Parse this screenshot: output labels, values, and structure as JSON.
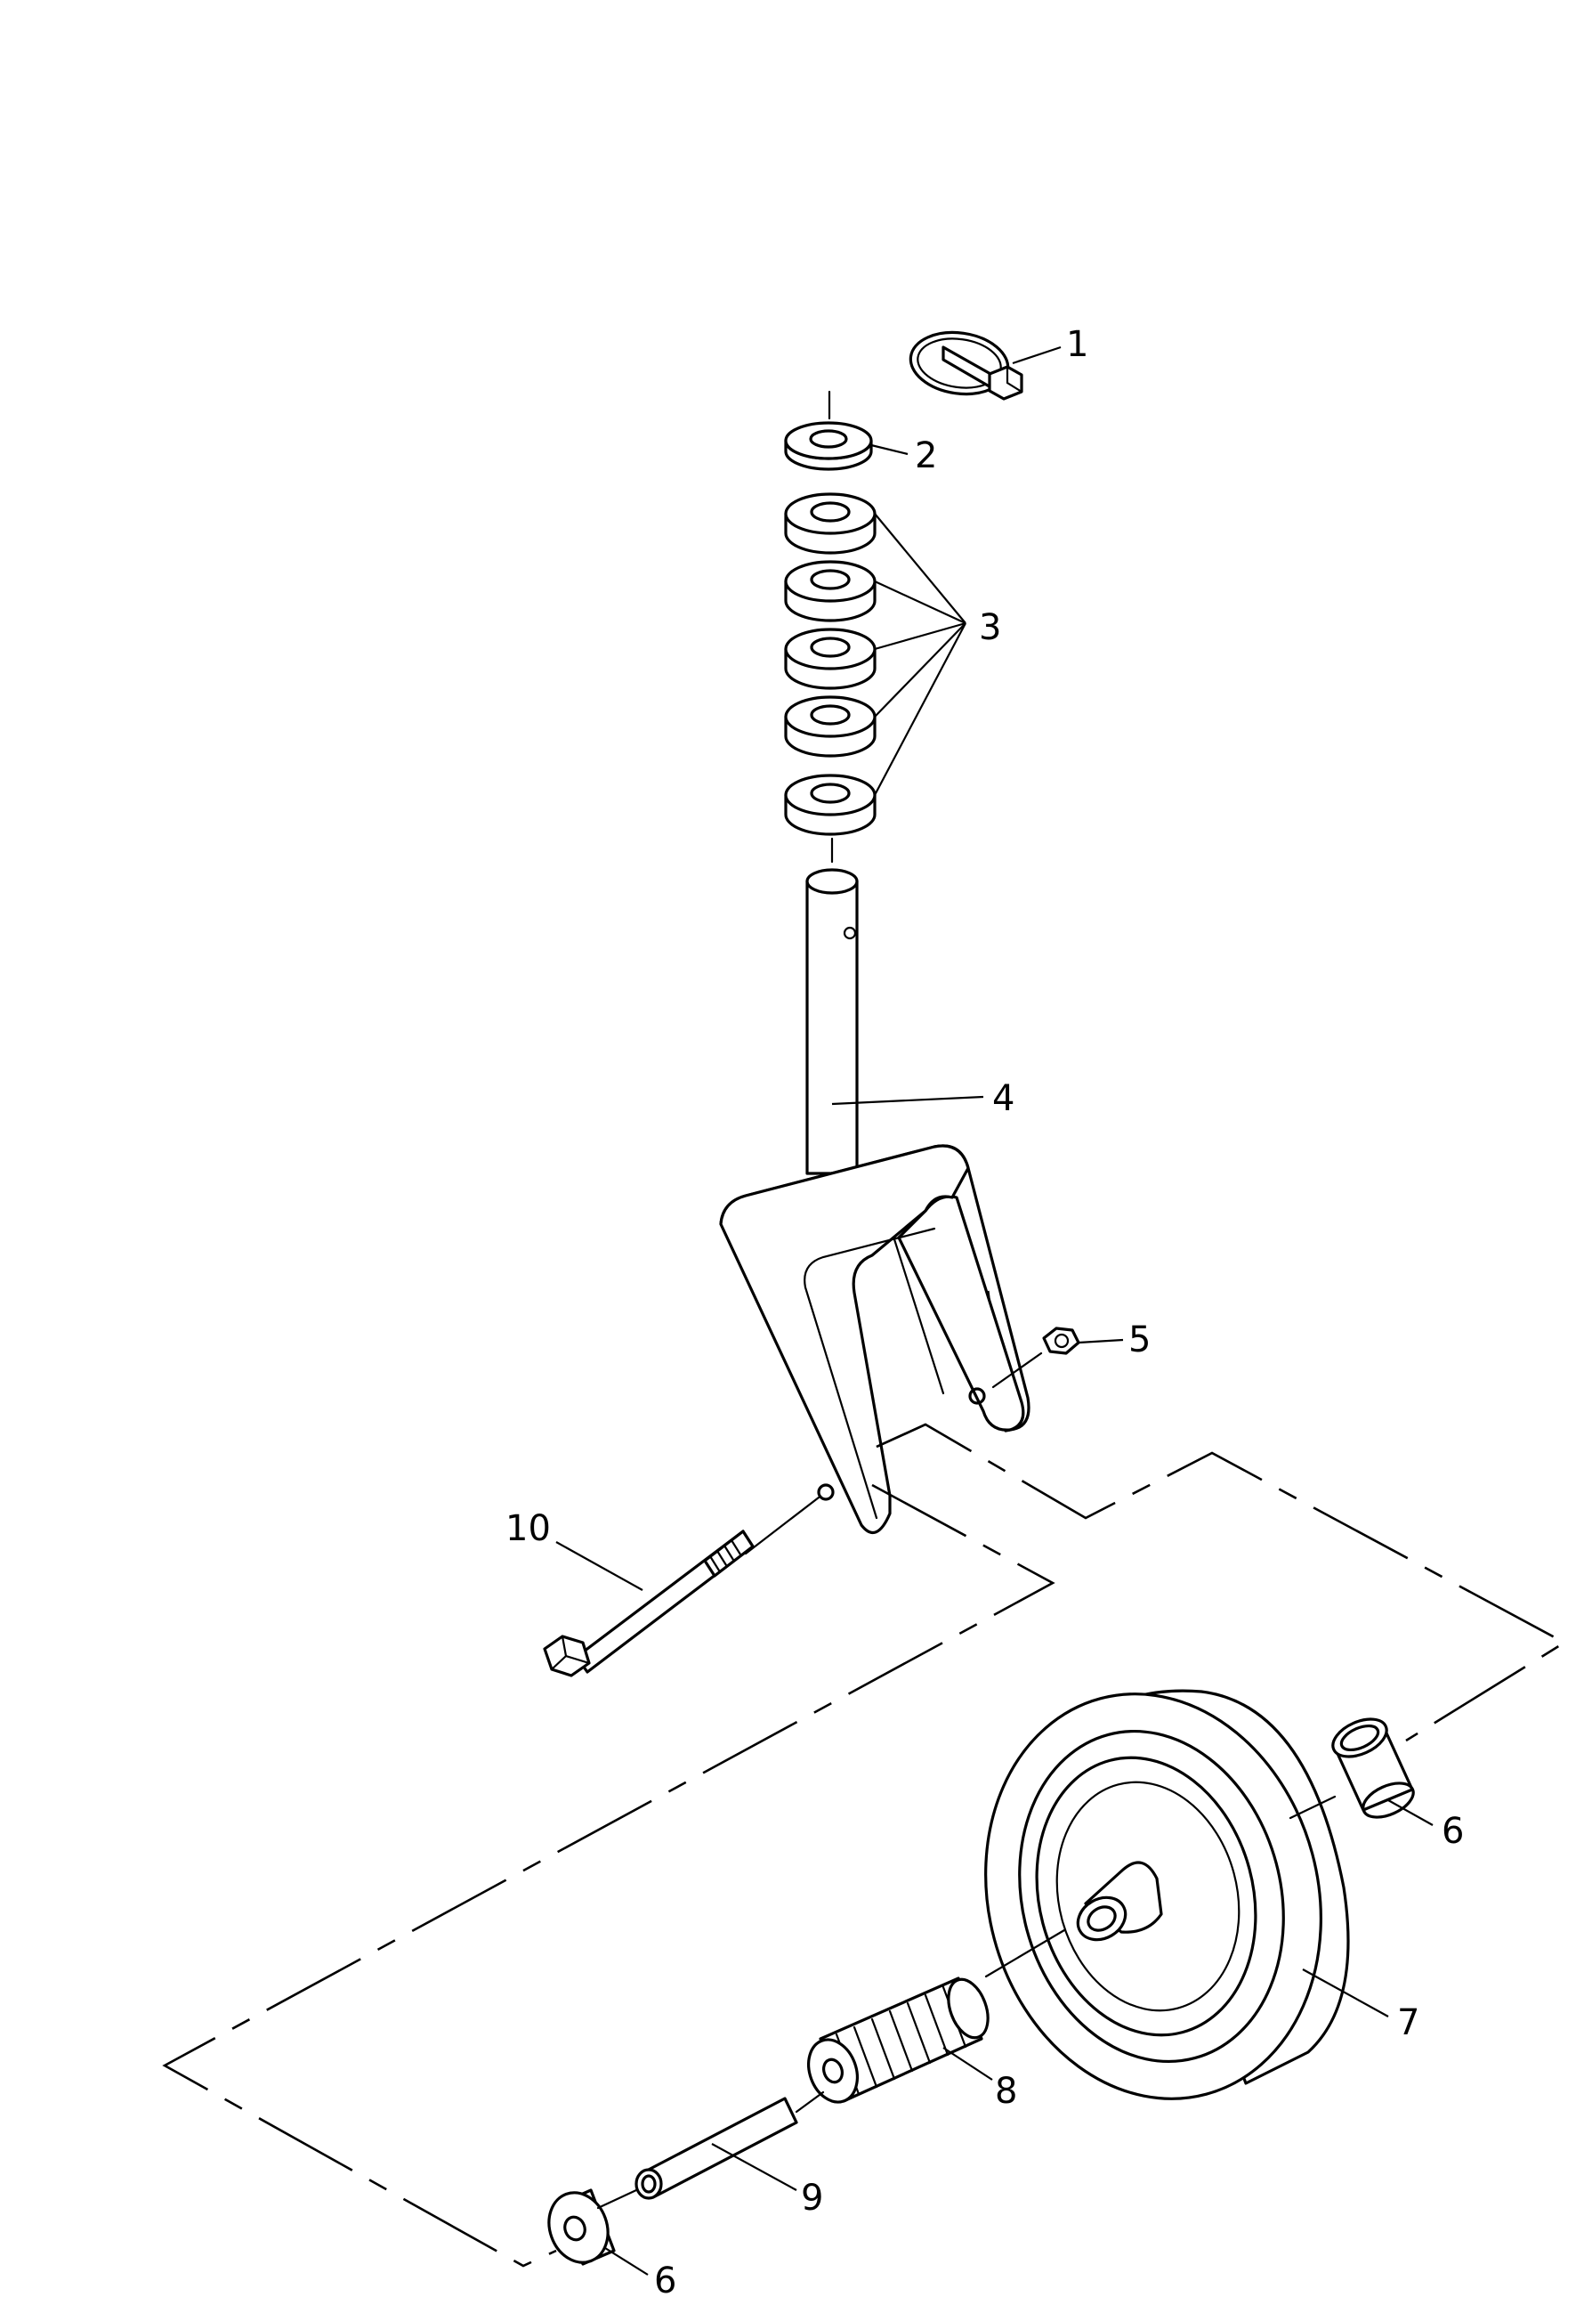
{
  "callouts": {
    "c1": "1",
    "c2": "2",
    "c3": "3",
    "c4": "4",
    "c5": "5",
    "c6a": "6",
    "c6b": "6",
    "c7": "7",
    "c8": "8",
    "c9": "9",
    "c10": "10"
  },
  "parts": [
    "lynch-pin",
    "top-washer",
    "spacer-washers",
    "fork-with-stem",
    "hex-nut",
    "wheel-bearing",
    "wheel",
    "roller-bearing",
    "spacer-tube",
    "axle-bolt"
  ]
}
